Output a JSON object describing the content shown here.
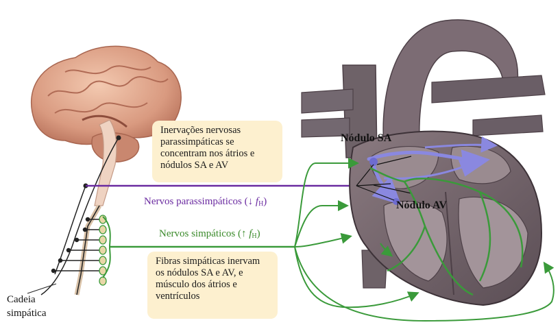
{
  "notes": {
    "parasympathetic_innervation": "Inervações nervosas parassimpáticas se concentram nos átrios e nódulos SA e AV",
    "sympathetic_fibers": "Fibras simpáticas inervam os nódulos SA e AV, e músculo dos átrios e ventrículos"
  },
  "labels": {
    "parasympathetic_nerves_prefix": "Nervos parassimpáticos (↓ ",
    "sympathetic_nerves_prefix": "Nervos simpáticos (↑ ",
    "fh_f": "f",
    "fh_sub": "H",
    "close_paren": ")",
    "sa_node": "Nódulo SA",
    "av_node": "Nódulo AV",
    "sympathetic_chain": "Cadeia simpática"
  },
  "colors": {
    "parasympathetic": "#6a2aa0",
    "sympathetic": "#3a9a3a",
    "note_background": "#fdf0cf",
    "conduction_path": "#7a78d8"
  }
}
